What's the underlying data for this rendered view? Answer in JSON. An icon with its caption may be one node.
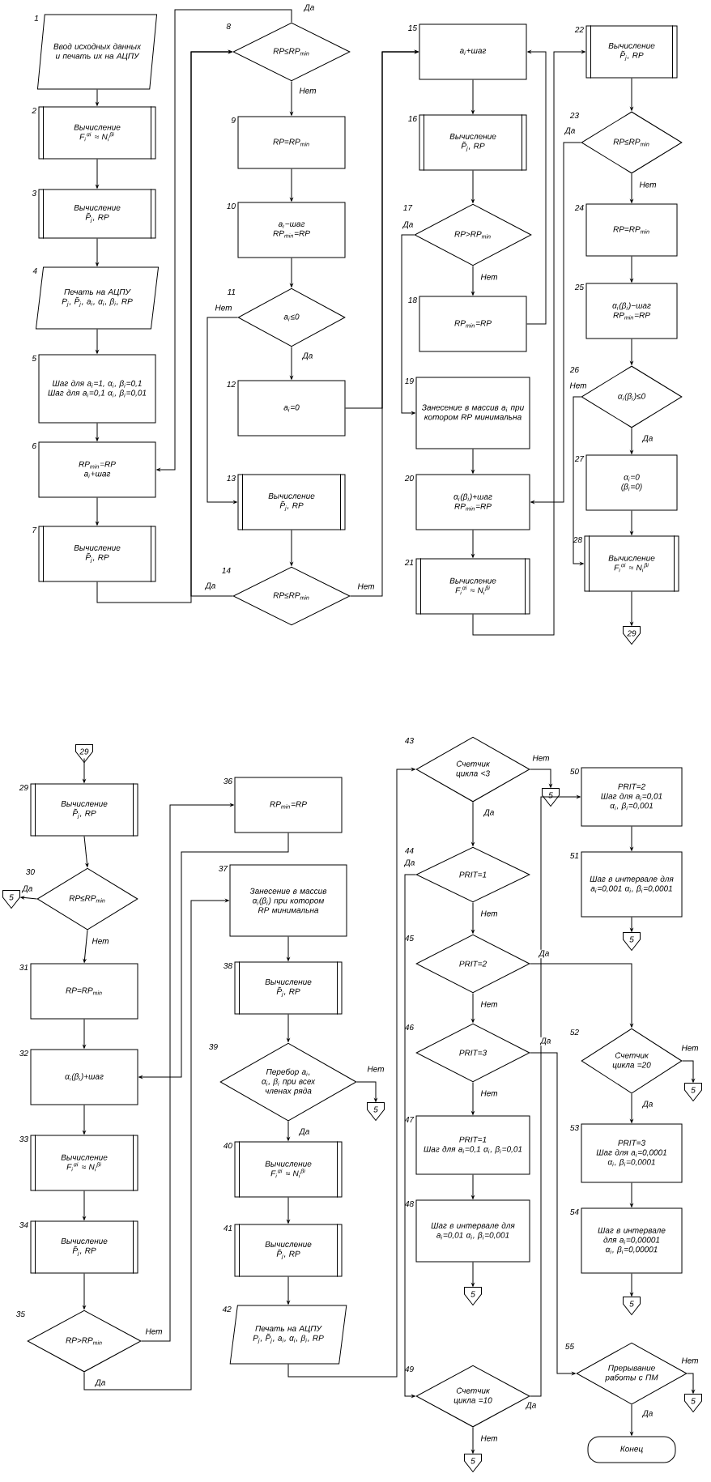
{
  "diagram": {
    "nodes": [
      {
        "text": [
          "Ввод исходных данных и печать их на АЦПУ"
        ],
        "beside": [
          "1"
        ]
      },
      {
        "text": [
          "Вычисление",
          "F$_{i}$$^{αi}$ ≈ N$_{i}$$^{βi}$"
        ],
        "beside": [
          "2"
        ]
      },
      {
        "text": [
          "Вычисление",
          "P̃$_{j}$, RP"
        ],
        "beside": [
          "3"
        ]
      },
      {
        "text": [
          "Печать на АЦПУ",
          "P$_{j}$, P̃$_{j}$, a$_{i}$, α$_{i}$, β$_{i}$, RP"
        ],
        "beside": [
          "4"
        ]
      },
      {
        "text": [
          "Шаг для a$_{i}$=1, α$_{i}$, β$_{i}$=0,1",
          "Шаг для a$_{i}$=0,1 α$_{i}$, β$_{i}$=0,01"
        ],
        "beside": [
          "5"
        ]
      },
      {
        "text": [
          "RP$_{min}$=RP",
          "a$_{i}$+шаг"
        ],
        "beside": [
          "6"
        ]
      },
      {
        "text": [
          "Вычисление",
          "P̃$_{j}$, RP"
        ],
        "beside": [
          "7"
        ]
      },
      {
        "text": [
          "RP≤RP$_{min}$"
        ],
        "beside": [
          "8"
        ]
      },
      {
        "text": [
          "RP=RP$_{min}$"
        ],
        "beside": [
          "9"
        ]
      },
      {
        "text": [
          "a$_{i}$−шаг",
          "RP$_{min}$=RP"
        ],
        "beside": [
          "10"
        ]
      },
      {
        "text": [
          "a$_{i}$≤0"
        ],
        "beside": [
          "11"
        ]
      },
      {
        "text": [
          "a$_{i}$=0"
        ],
        "beside": [
          "12"
        ]
      },
      {
        "text": [
          "Вычисление",
          "P̃$_{j}$, RP"
        ],
        "beside": [
          "13"
        ]
      },
      {
        "text": [
          "RP≤RP$_{min}$"
        ],
        "beside": [
          "14"
        ]
      },
      {
        "text": [
          "a$_{i}$+шаг"
        ],
        "beside": [
          "15"
        ]
      },
      {
        "text": [
          "Вычисление",
          "P̃$_{j}$, RP"
        ],
        "beside": [
          "16"
        ]
      },
      {
        "text": [
          "RP>RP$_{min}$"
        ],
        "beside": [
          "17"
        ]
      },
      {
        "text": [
          "RP$_{min}$=RP"
        ],
        "beside": [
          "18"
        ]
      },
      {
        "text": [
          "Занесение в массив a$_{i}$ при котором RP минимальна"
        ],
        "beside": [
          "19"
        ]
      },
      {
        "text": [
          "α$_{i}$(β$_{i}$)+шаг",
          "RP$_{min}$=RP"
        ],
        "beside": [
          "20"
        ]
      },
      {
        "text": [
          "Вычисление",
          "F$_{i}$$^{αi}$ ≈ N$_{i}$$^{βi}$"
        ],
        "beside": [
          "21"
        ]
      },
      {
        "text": [
          "Вычисление",
          "P̃$_{j}$, RP"
        ],
        "beside": [
          "22"
        ]
      },
      {
        "text": [
          "RP≤RP$_{min}$"
        ],
        "beside": [
          "23"
        ]
      },
      {
        "text": [
          "RP=RP$_{min}$"
        ],
        "beside": [
          "24"
        ]
      },
      {
        "text": [
          "α$_{i}$(β$_{i}$)−шаг",
          "RP$_{min}$=RP"
        ],
        "beside": [
          "25"
        ]
      },
      {
        "text": [
          "α$_{i}$(β$_{i}$)≤0"
        ],
        "beside": [
          "26"
        ]
      },
      {
        "text": [
          "α$_{i}$=0",
          "(β$_{i}$=0)"
        ],
        "beside": [
          "27"
        ]
      },
      {
        "text": [
          "Вычисление",
          "F$_{i}$$^{αi}$ ≈ N$_{i}$$^{βi}$"
        ],
        "beside": [
          "28"
        ]
      },
      {
        "text": [
          "29"
        ]
      },
      {
        "text": [
          "29"
        ]
      },
      {
        "text": [
          "Вычисление",
          "P̃$_{j}$, RP"
        ],
        "beside": [
          "29"
        ]
      },
      {
        "text": [
          "RP≤RP$_{min}$"
        ],
        "beside": [
          "30"
        ]
      },
      {
        "text": [
          "5"
        ]
      },
      {
        "text": [
          "RP=RP$_{min}$"
        ],
        "beside": [
          "31"
        ]
      },
      {
        "text": [
          "α$_{i}$(β$_{i}$)+шаг"
        ],
        "beside": [
          "32"
        ]
      },
      {
        "text": [
          "Вычисление",
          "F$_{i}$$^{αi}$ ≈ N$_{i}$$^{βi}$"
        ],
        "beside": [
          "33"
        ]
      },
      {
        "text": [
          "Вычисление",
          "P̃$_{j}$, RP"
        ],
        "beside": [
          "34"
        ]
      },
      {
        "text": [
          "RP>RP$_{min}$"
        ],
        "beside": [
          "35"
        ]
      },
      {
        "text": [
          "RP$_{min}$=RP"
        ],
        "beside": [
          "36"
        ]
      },
      {
        "text": [
          "Занесение в массив α$_{i}$(β$_{i}$) при котором RP минимальна"
        ],
        "beside": [
          "37"
        ]
      },
      {
        "text": [
          "Вычисление",
          "P̃$_{j}$, RP"
        ],
        "beside": [
          "38"
        ]
      },
      {
        "text": [
          "Перебор a$_{i}$, α$_{i}$, β$_{i}$ при всех членах ряда"
        ],
        "beside": [
          "39"
        ]
      },
      {
        "text": [
          "5"
        ]
      },
      {
        "text": [
          "Вычисление",
          "F$_{i}$$^{αi}$ ≈ N$_{i}$$^{βi}$"
        ],
        "beside": [
          "40"
        ]
      },
      {
        "text": [
          "Вычисление",
          "P̃$_{j}$, RP"
        ],
        "beside": [
          "41"
        ]
      },
      {
        "text": [
          "Печать на АЦПУ",
          "P$_{j}$, P̃$_{j}$, a$_{i}$, α$_{i}$, β$_{i}$, RP"
        ],
        "beside": [
          "42"
        ]
      },
      {
        "text": [
          "Счетчик цикла <3"
        ],
        "beside": [
          "43"
        ]
      },
      {
        "text": [
          "5"
        ]
      },
      {
        "text": [
          "PRIT=1"
        ],
        "beside": [
          "44"
        ]
      },
      {
        "text": [
          "PRIT=2"
        ],
        "beside": [
          "45"
        ]
      },
      {
        "text": [
          "PRIT=3"
        ],
        "beside": [
          "46"
        ]
      },
      {
        "text": [
          "PRIT=1",
          "Шаг для a$_{i}$=0,1 α$_{i}$, β$_{i}$=0,01"
        ],
        "beside": [
          "47"
        ]
      },
      {
        "text": [
          "Шаг в интервале для a$_{i}$=0,01 α$_{i}$, β$_{i}$=0,001"
        ],
        "beside": [
          "48"
        ]
      },
      {
        "text": [
          "5"
        ]
      },
      {
        "text": [
          "Счетчик цикла =10"
        ],
        "beside": [
          "49"
        ]
      },
      {
        "text": [
          "5"
        ]
      },
      {
        "text": [
          "PRIT=2",
          "Шаг для a$_{i}$=0,01 α$_{i}$, β$_{i}$=0,001"
        ],
        "beside": [
          "50"
        ]
      },
      {
        "text": [
          "Шаг в интервале для a$_{i}$=0,001 α$_{i}$, β$_{i}$=0,0001"
        ],
        "beside": [
          "51"
        ]
      },
      {
        "text": [
          "5"
        ]
      },
      {
        "text": [
          "Счетчик цикла =20"
        ],
        "beside": [
          "52"
        ]
      },
      {
        "text": [
          "5"
        ]
      },
      {
        "text": [
          "PRIT=3",
          "Шаг для a$_{i}$=0,0001 α$_{i}$, β$_{i}$=0,0001"
        ],
        "beside": [
          "53"
        ]
      },
      {
        "text": [
          "Шаг в интервале для a$_{i}$=0,00001 α$_{i}$, β$_{i}$=0,00001"
        ],
        "beside": [
          "54"
        ]
      },
      {
        "text": [
          "5"
        ]
      },
      {
        "text": [
          "Прерывание работы с ПМ"
        ],
        "beside": [
          "55"
        ]
      },
      {
        "text": [
          "5"
        ]
      },
      {
        "text": [
          "Конец"
        ]
      }
    ],
    "edges": [
      {
        "from": 0,
        "to": 1,
        "arrow": "to"
      },
      {
        "from": 1,
        "to": 2,
        "arrow": "to"
      },
      {
        "from": 2,
        "to": 3,
        "arrow": "to"
      },
      {
        "from": 3,
        "to": 4,
        "arrow": "to"
      },
      {
        "from": 4,
        "to": 5,
        "arrow": "to"
      },
      {
        "from": 5,
        "to": 6,
        "arrow": "to"
      },
      {
        "from": 6,
        "to": 7,
        "arrow": "to"
      },
      {
        "from": 7,
        "to": 5,
        "arrow": "to",
        "label": "Да"
      },
      {
        "from": 7,
        "to": 8,
        "arrow": "to",
        "label": "Нет"
      },
      {
        "from": 8,
        "to": 9,
        "arrow": "to"
      },
      {
        "from": 9,
        "to": 10,
        "arrow": "to"
      },
      {
        "from": 10,
        "to": 11,
        "arrow": "to",
        "label": "Да"
      },
      {
        "from": 10,
        "to": 12,
        "arrow": "to",
        "label": "Нет"
      },
      {
        "from": 11,
        "to": 14,
        "arrow": "to"
      },
      {
        "from": 12,
        "to": 13,
        "arrow": "to"
      },
      {
        "from": 13,
        "to": 7,
        "arrow": "to",
        "label": "Да"
      },
      {
        "from": 13,
        "to": 14,
        "arrow": "to",
        "label": "Нет"
      },
      {
        "from": 14,
        "to": 15,
        "arrow": "to"
      },
      {
        "from": 15,
        "to": 16,
        "arrow": "to"
      },
      {
        "from": 16,
        "to": 17,
        "arrow": "to",
        "label": "Нет"
      },
      {
        "from": 16,
        "to": 18,
        "arrow": "to",
        "label": "Да"
      },
      {
        "from": 17,
        "to": 14,
        "arrow": "to"
      },
      {
        "from": 18,
        "to": 19,
        "arrow": "to"
      },
      {
        "from": 19,
        "to": 20,
        "arrow": "to"
      },
      {
        "from": 20,
        "to": 21,
        "arrow": "to"
      },
      {
        "from": 21,
        "to": 22,
        "arrow": "to"
      },
      {
        "from": 22,
        "to": 19,
        "arrow": "to",
        "label": "Да"
      },
      {
        "from": 22,
        "to": 23,
        "arrow": "to",
        "label": "Нет"
      },
      {
        "from": 23,
        "to": 24,
        "arrow": "to"
      },
      {
        "from": 24,
        "to": 25,
        "arrow": "to"
      },
      {
        "from": 25,
        "to": 26,
        "arrow": "to",
        "label": "Да"
      },
      {
        "from": 25,
        "to": 27,
        "arrow": "to",
        "label": "Нет"
      },
      {
        "from": 26,
        "to": 27,
        "arrow": "to"
      },
      {
        "from": 27,
        "to": 28,
        "arrow": "to"
      },
      {
        "from": 29,
        "to": 30,
        "arrow": "to"
      },
      {
        "from": 30,
        "to": 31,
        "arrow": "to"
      },
      {
        "from": 31,
        "to": 32,
        "arrow": "to",
        "label": "Да"
      },
      {
        "from": 31,
        "to": 33,
        "arrow": "to",
        "label": "Нет"
      },
      {
        "from": 33,
        "to": 34,
        "arrow": "to"
      },
      {
        "from": 34,
        "to": 35,
        "arrow": "to"
      },
      {
        "from": 35,
        "to": 36,
        "arrow": "to"
      },
      {
        "from": 36,
        "to": 37,
        "arrow": "to"
      },
      {
        "from": 37,
        "to": 38,
        "arrow": "to",
        "label": "Нет"
      },
      {
        "from": 38,
        "to": 34,
        "arrow": "to"
      },
      {
        "from": 37,
        "to": 39,
        "arrow": "to",
        "label": "Да"
      },
      {
        "from": 39,
        "to": 40,
        "arrow": "to"
      },
      {
        "from": 40,
        "to": 41,
        "arrow": "to"
      },
      {
        "from": 41,
        "to": 42,
        "arrow": "to",
        "label": "Нет"
      },
      {
        "from": 41,
        "to": 43,
        "arrow": "to",
        "label": "Да"
      },
      {
        "from": 43,
        "to": 44,
        "arrow": "to"
      },
      {
        "from": 44,
        "to": 45,
        "arrow": "to"
      },
      {
        "from": 45,
        "to": 46,
        "arrow": "to"
      },
      {
        "from": 46,
        "to": 47,
        "arrow": "to",
        "label": "Нет"
      },
      {
        "from": 46,
        "to": 48,
        "arrow": "to",
        "label": "Да"
      },
      {
        "from": 48,
        "to": 49,
        "arrow": "to",
        "label": "Нет"
      },
      {
        "from": 48,
        "to": 54,
        "arrow": "to",
        "label": "Да"
      },
      {
        "from": 49,
        "to": 50,
        "arrow": "to",
        "label": "Нет"
      },
      {
        "from": 49,
        "to": 59,
        "arrow": "to",
        "label": "Да"
      },
      {
        "from": 50,
        "to": 51,
        "arrow": "to",
        "label": "Нет"
      },
      {
        "from": 50,
        "to": 64,
        "arrow": "to",
        "label": "Да"
      },
      {
        "from": 51,
        "to": 52,
        "arrow": "to"
      },
      {
        "from": 52,
        "to": 53,
        "arrow": "to"
      },
      {
        "from": 54,
        "to": 55,
        "arrow": "to",
        "label": "Нет"
      },
      {
        "from": 54,
        "to": 56,
        "arrow": "to",
        "label": "Да"
      },
      {
        "from": 56,
        "to": 57,
        "arrow": "to"
      },
      {
        "from": 57,
        "to": 58,
        "arrow": "to"
      },
      {
        "from": 59,
        "to": 60,
        "arrow": "to",
        "label": "Нет"
      },
      {
        "from": 59,
        "to": 61,
        "arrow": "to",
        "label": "Да"
      },
      {
        "from": 61,
        "to": 62,
        "arrow": "to"
      },
      {
        "from": 62,
        "to": 63,
        "arrow": "to"
      },
      {
        "from": 64,
        "to": 65,
        "arrow": "to",
        "label": "Нет"
      },
      {
        "from": 64,
        "to": 66,
        "arrow": "to",
        "label": "Да"
      }
    ]
  }
}
